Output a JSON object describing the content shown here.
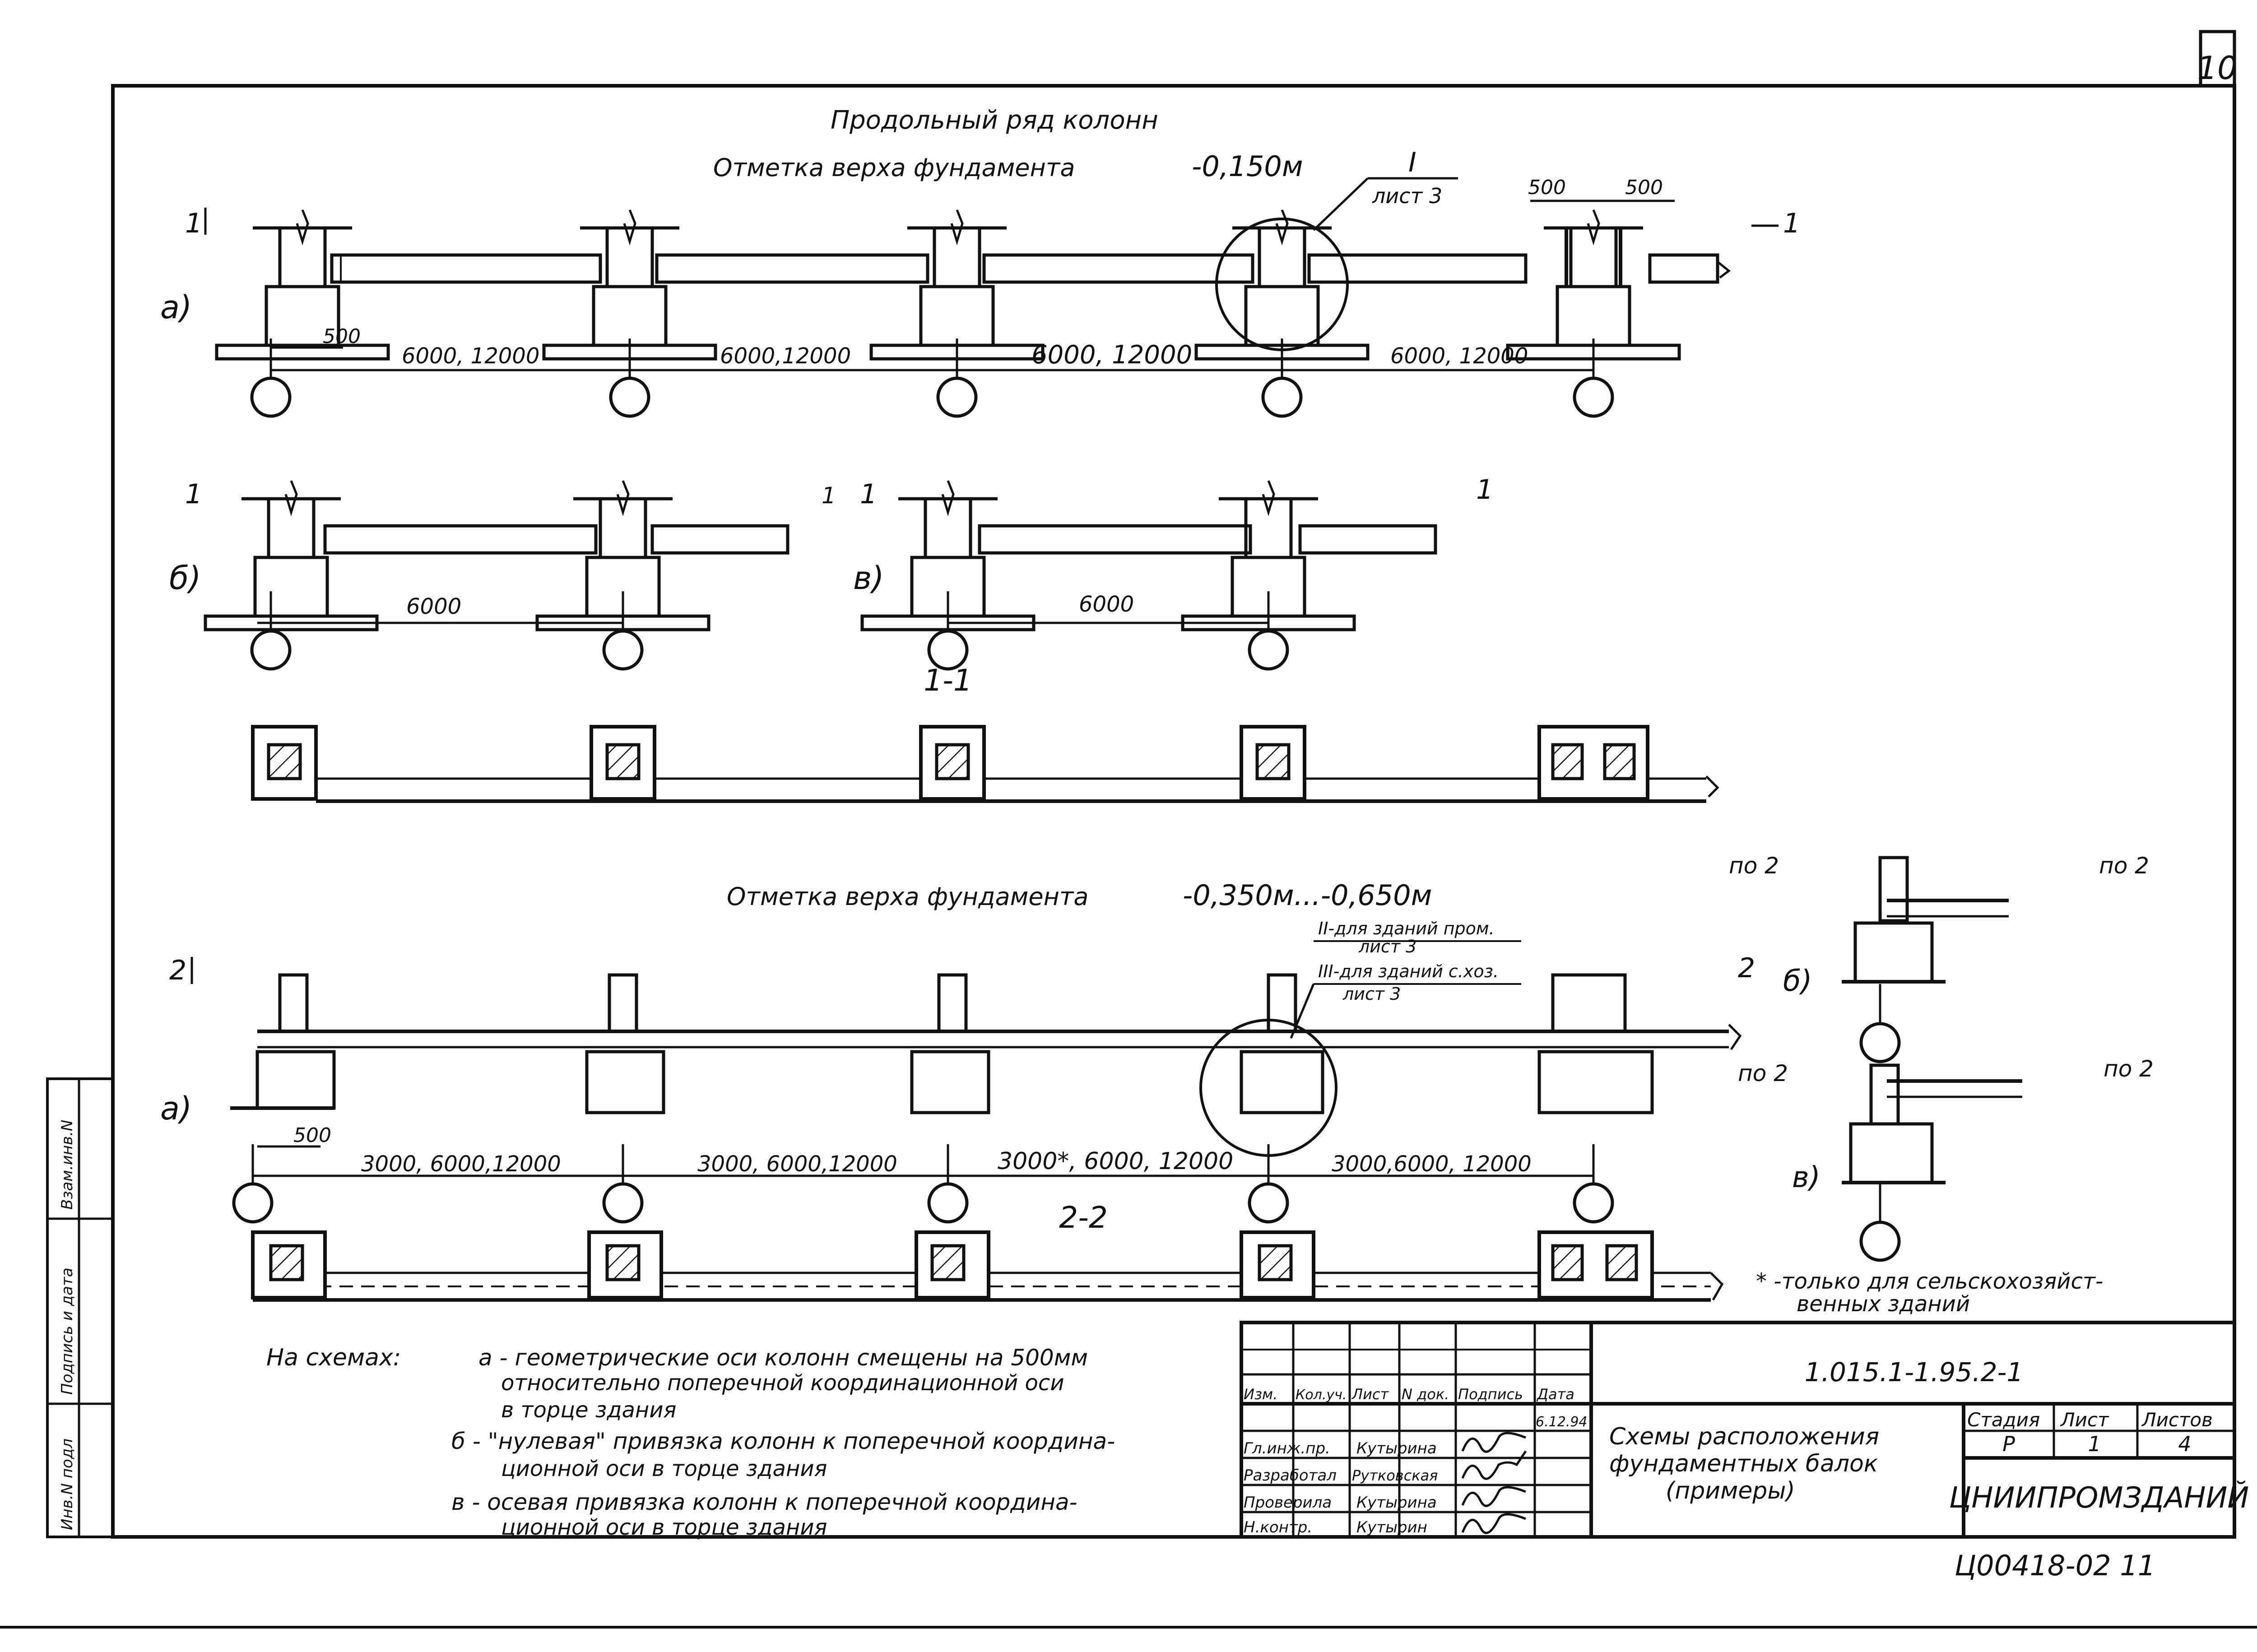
{
  "sheet_number": "10",
  "top": {
    "title": "Продольный ряд колонн",
    "elevation_caption": "Отметка верха фундамента",
    "elevation_value": "-0,150м",
    "callout_numeral": "I",
    "callout_sheet": "лист 3",
    "dim_left": "500",
    "dim_right": "500",
    "offset_dim": "500",
    "spans": [
      "6000, 12000",
      "6000,12000",
      "6000, 12000",
      "6000, 12000"
    ],
    "section_mark": "1"
  },
  "variants": {
    "a": "а)",
    "b": "б)",
    "v": "в)",
    "span_b": "6000",
    "span_v": "6000",
    "section_title": "1-1"
  },
  "bottom": {
    "elevation_caption": "Отметка верха фундамента",
    "elevation_value": "-0,350м...-0,650м",
    "callout_line1": "II-для зданий пром.",
    "callout_line1b": "лист 3",
    "callout_line2": "III-для зданий с.хоз.",
    "callout_line2b": "лист 3",
    "offset_dim": "500",
    "spans": [
      "3000, 6000,12000",
      "3000, 6000,12000",
      "3000*, 6000, 12000",
      "3000,6000, 12000"
    ],
    "section_mark": "2",
    "section_title": "2-2",
    "side_mark": "по 2",
    "footnote_line1": "* -только для сельскохозяйст-",
    "footnote_line2": "венных зданий"
  },
  "notes": {
    "prefix": "На схемах:",
    "a_line1": "а - геометрические оси колонн смещены на 500мм",
    "a_line2": "относительно поперечной координационной оси",
    "a_line3": "в торце здания",
    "b_line1": "б - \"нулевая\" привязка колонн к поперечной координа-",
    "b_line2": "ционной оси в торце здания",
    "v_line1": "в - осевая привязка колонн к поперечной координа-",
    "v_line2": "ционной оси в торце здания"
  },
  "stamp_side": {
    "col1": "Инв.N подл",
    "col2": "Подпись и дата",
    "col3": "Взам.инв.N"
  },
  "title_block": {
    "headers": [
      "Изм.",
      "Кол.уч.",
      "Лист",
      "N док.",
      "Подпись",
      "Дата"
    ],
    "date": "6.12.94",
    "rows": [
      {
        "role": "Гл.инж.пр.",
        "name": "Кутырина"
      },
      {
        "role": "Разработал",
        "name": "Рутковская"
      },
      {
        "role": "Проверила",
        "name": "Кутырина"
      },
      {
        "role": "Н.контр.",
        "name": "Кутырин"
      }
    ],
    "doc_code": "1.015.1-1.95.2-1",
    "title_line1": "Схемы расположения",
    "title_line2": "фундаментных балок",
    "title_line3": "(примеры)",
    "stage_label": "Стадия",
    "sheet_label": "Лист",
    "sheets_label": "Листов",
    "stage": "Р",
    "sheet": "1",
    "sheets": "4",
    "org": "ЦНИИПРОМЗДАНИЙ",
    "archive_code": "Ц00418-02 11"
  }
}
